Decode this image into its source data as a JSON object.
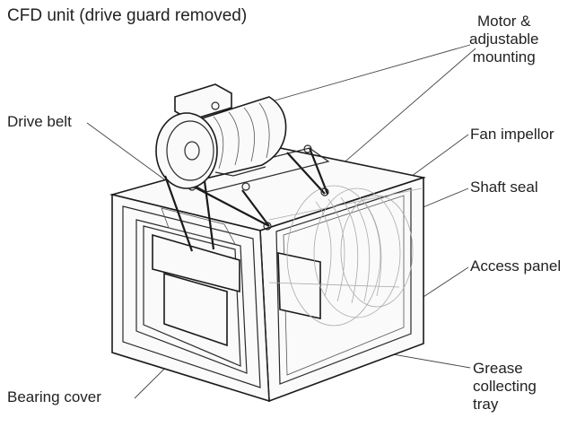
{
  "title": "CFD unit (drive guard removed)",
  "labels": {
    "motor": [
      "Motor &",
      "adjustable",
      "mounting"
    ],
    "drive_belt": "Drive belt",
    "fan_impellor": "Fan impellor",
    "shaft_seal": "Shaft seal",
    "access_panel": "Access panel",
    "grease_tray": [
      "Grease",
      "collecting",
      "tray"
    ],
    "bearing_cover": "Bearing cover"
  }
}
